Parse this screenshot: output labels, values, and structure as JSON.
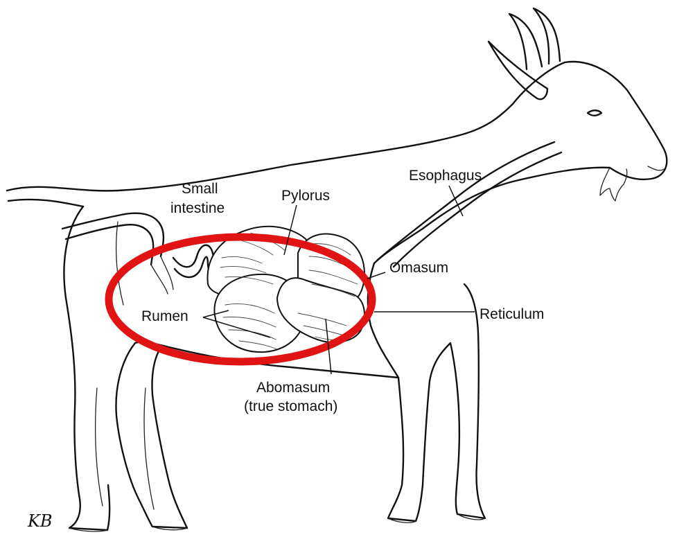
{
  "labels": {
    "small_intestine_line1": "Small",
    "small_intestine_line2": "intestine",
    "pylorus": "Pylorus",
    "esophagus": "Esophagus",
    "omasum": "Omasum",
    "rumen": "Rumen",
    "reticulum": "Reticulum",
    "abomasum_line1": "Abomasum",
    "abomasum_line2": "(true stomach)"
  },
  "signature": "KB",
  "colors": {
    "highlight_ellipse": "#e01414",
    "line_art": "#111111"
  }
}
